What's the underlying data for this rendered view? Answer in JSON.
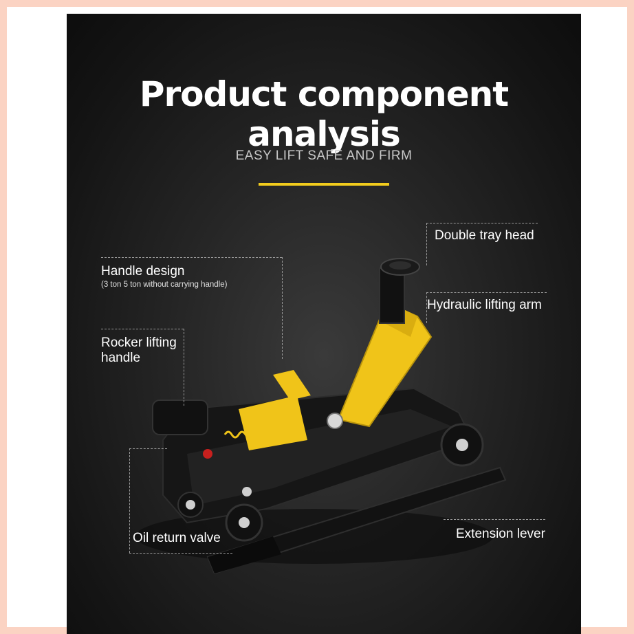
{
  "header": {
    "title": "Product component analysis",
    "subtitle": "EASY LIFT SAFE AND FIRM"
  },
  "callouts": {
    "handle_design": "Handle design",
    "handle_design_note": "(3 ton 5 ton without carrying handle)",
    "rocker_line1": "Rocker lifting",
    "rocker_line2": "handle",
    "oil_return_valve": "Oil return valve",
    "double_tray_head": "Double tray head",
    "hydraulic_arm": "Hydraulic lifting arm",
    "extension_lever": "Extension lever"
  },
  "colors": {
    "accent": "#f2cc1d",
    "frame": "#fbd3c3",
    "jack_yellow": "#f0c419"
  }
}
